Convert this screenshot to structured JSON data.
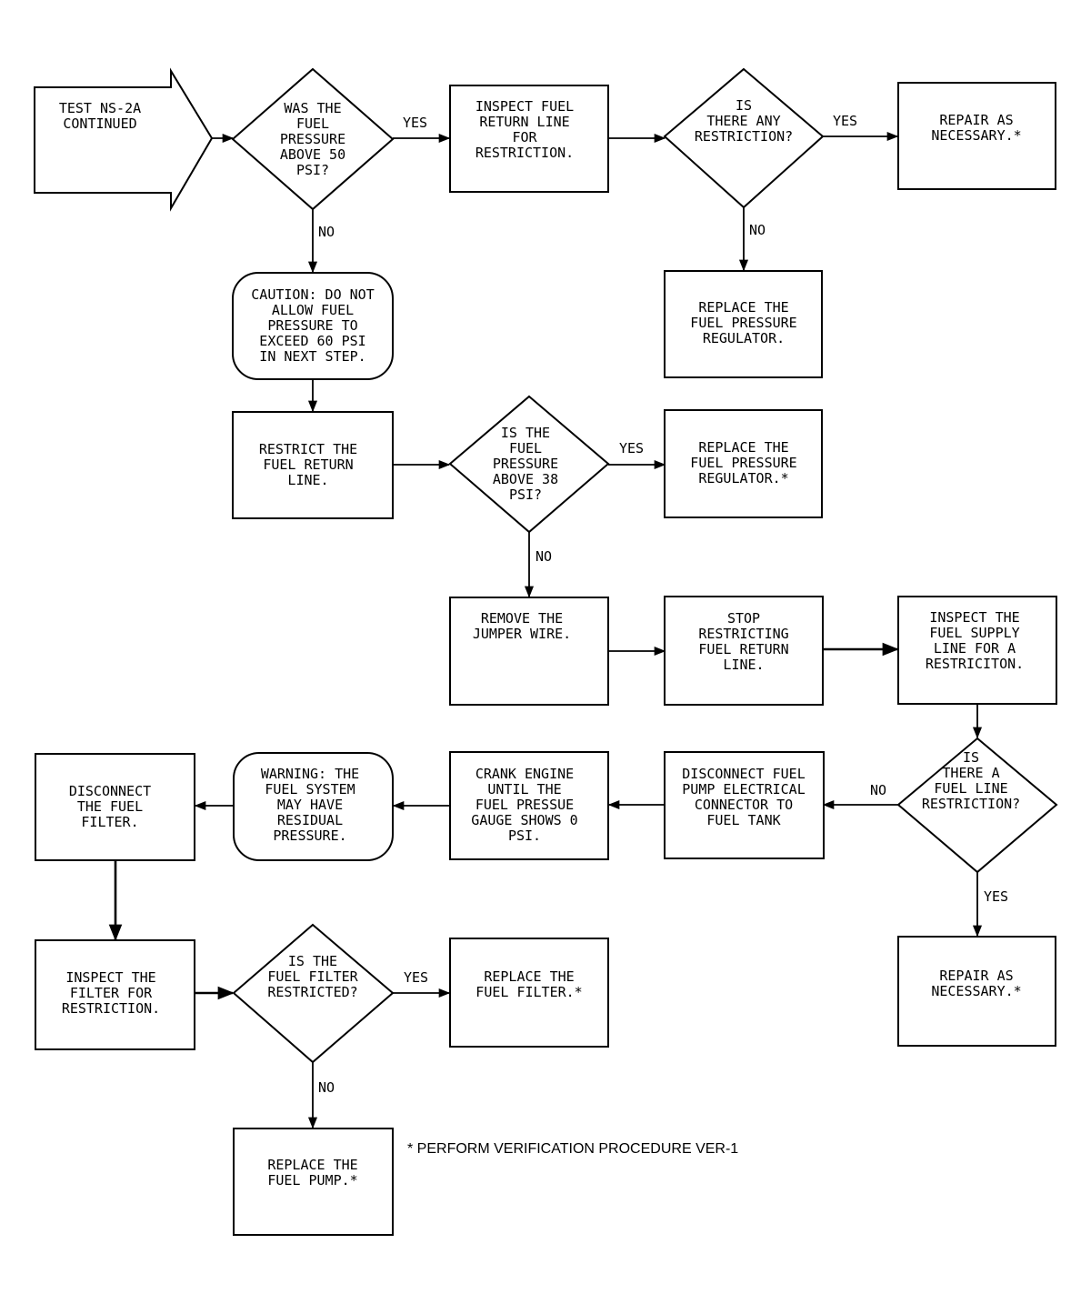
{
  "nodes": {
    "start": {
      "lines": [
        "TEST NS-2A",
        "CONTINUED"
      ]
    },
    "q50": {
      "lines": [
        "WAS THE",
        "FUEL",
        "PRESSURE",
        "ABOVE 50",
        "PSI?"
      ]
    },
    "inspect_return": {
      "lines": [
        "INSPECT FUEL",
        "RETURN LINE",
        "FOR",
        "RESTRICTION."
      ]
    },
    "q_restriction": {
      "lines": [
        "IS",
        "THERE ANY",
        "RESTRICTION?"
      ]
    },
    "repair1": {
      "lines": [
        "REPAIR AS",
        "NECESSARY.*"
      ]
    },
    "replace_reg1": {
      "lines": [
        "REPLACE THE",
        "FUEL PRESSURE",
        "REGULATOR."
      ]
    },
    "caution": {
      "lines": [
        "CAUTION: DO NOT",
        "ALLOW FUEL",
        "PRESSURE TO",
        "EXCEED 60 PSI",
        "IN NEXT STEP."
      ]
    },
    "restrict": {
      "lines": [
        "RESTRICT THE",
        "FUEL RETURN",
        "LINE."
      ]
    },
    "q38": {
      "lines": [
        "IS THE",
        "FUEL",
        "PRESSURE",
        "ABOVE 38",
        "PSI?"
      ]
    },
    "replace_reg2": {
      "lines": [
        "REPLACE THE",
        "FUEL PRESSURE",
        "REGULATOR.*"
      ]
    },
    "remove_jumper": {
      "lines": [
        "REMOVE THE",
        "JUMPER WIRE."
      ]
    },
    "stop_restrict": {
      "lines": [
        "STOP",
        "RESTRICTING",
        "FUEL RETURN",
        "LINE."
      ]
    },
    "inspect_supply": {
      "lines": [
        "INSPECT THE",
        "FUEL SUPPLY",
        "LINE FOR A",
        "RESTRICITON."
      ]
    },
    "q_fuel_line": {
      "lines": [
        "IS",
        "THERE A",
        "FUEL LINE",
        "RESTRICTION?"
      ]
    },
    "repair2": {
      "lines": [
        "REPAIR AS",
        "NECESSARY.*"
      ]
    },
    "disconnect_pump": {
      "lines": [
        "DISCONNECT FUEL",
        "PUMP ELECTRICAL",
        "CONNECTOR TO",
        "FUEL TANK"
      ]
    },
    "crank": {
      "lines": [
        "CRANK ENGINE",
        "UNTIL THE",
        "FUEL PRESSUE",
        "GAUGE SHOWS 0",
        "PSI."
      ]
    },
    "warning": {
      "lines": [
        "WARNING: THE",
        "FUEL SYSTEM",
        "MAY HAVE",
        "RESIDUAL",
        "PRESSURE."
      ]
    },
    "disconnect_filter": {
      "lines": [
        "DISCONNECT",
        "THE FUEL",
        "FILTER."
      ]
    },
    "inspect_filter": {
      "lines": [
        "INSPECT THE",
        "FILTER FOR",
        "RESTRICTION."
      ]
    },
    "q_filter": {
      "lines": [
        "IS THE",
        "FUEL FILTER",
        "RESTRICTED?"
      ]
    },
    "replace_filter": {
      "lines": [
        "REPLACE THE",
        "FUEL FILTER.*"
      ]
    },
    "replace_pump": {
      "lines": [
        "REPLACE THE",
        "FUEL PUMP.*"
      ]
    }
  },
  "labels": {
    "yes_q50": "YES",
    "no_q50": "NO",
    "yes_restriction": "YES",
    "no_restriction": "NO",
    "yes_q38": "YES",
    "no_q38": "NO",
    "no_fuel_line": "NO",
    "yes_fuel_line": "YES",
    "yes_filter": "YES",
    "no_filter": "NO"
  },
  "footnote": "* PERFORM VERIFICATION PROCEDURE VER-1"
}
